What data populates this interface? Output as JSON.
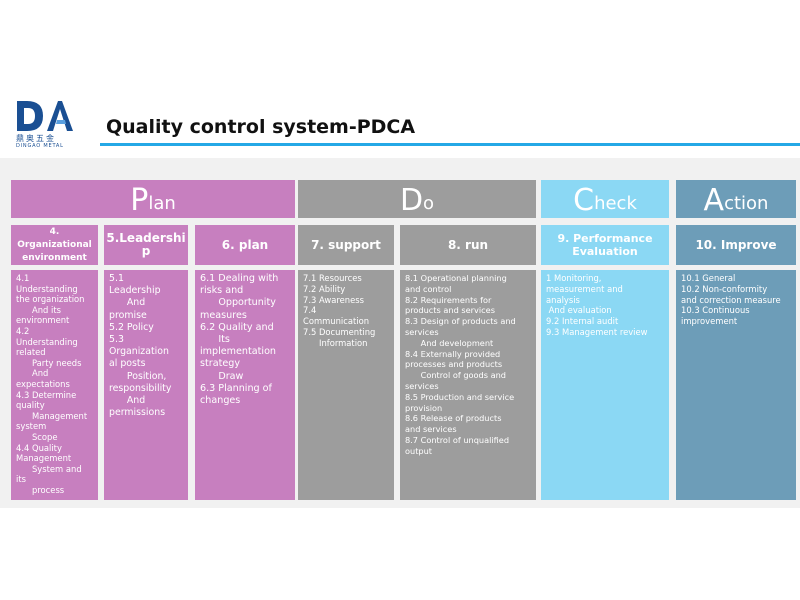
{
  "brand": {
    "logo_text": "DA",
    "name_cn": "鼎奥五金",
    "name_en": "DINGAO METAL"
  },
  "title": "Quality control system-PDCA",
  "colors": {
    "plan": "#c77fbf",
    "do": "#9d9d9d",
    "check": "#8bd8f4",
    "action": "#6d9db8",
    "accent": "#24a8e6"
  },
  "phases": {
    "plan": {
      "initial": "P",
      "rest": "lan"
    },
    "do": {
      "initial": "D",
      "rest": "o"
    },
    "check": {
      "initial": "C",
      "rest": "heck"
    },
    "action": {
      "initial": "A",
      "rest": "ction"
    }
  },
  "columns": [
    {
      "header": "4.\nOrganizational\nenvironment",
      "body": "4.1\nUnderstanding\nthe organization\n      And its\nenvironment\n4.2\nUnderstanding\nrelated\n      Party needs\n      And\nexpectations\n4.3 Determine\nquality\n      Management\nsystem\n      Scope\n4.4 Quality\nManagement\n      System and\nits\n      process"
    },
    {
      "header": "5.Leadershi\np",
      "body": "5.1\nLeadership\n      And\npromise\n5.2 Policy\n5.3\nOrganization\nal posts\n      Position,\nresponsibility\n      And\npermissions"
    },
    {
      "header": "6. plan",
      "body": "6.1 Dealing with\nrisks and\n      Opportunity\nmeasures\n6.2 Quality and\n      Its\nimplementation\nstrategy\n      Draw\n6.3 Planning of\nchanges"
    },
    {
      "header": "7. support",
      "body": "7.1 Resources\n7.2 Ability\n7.3 Awareness\n7.4\nCommunication\n7.5 Documenting\n      Information"
    },
    {
      "header": "8. run",
      "body": "8.1 Operational planning\nand control\n8.2 Requirements for\nproducts and services\n8.3 Design of products and\nservices\n      And development\n8.4 Externally provided\nprocesses and products\n      Control of goods and\nservices\n8.5 Production and service\nprovision\n8.6 Release of products\nand services\n8.7 Control of unqualified\noutput"
    },
    {
      "header": "9. Performance\nEvaluation",
      "body": "1 Monitoring,\nmeasurement and\nanalysis\n And evaluation\n9.2 Internal audit\n9.3 Management review"
    },
    {
      "header": "10. Improve",
      "body": "10.1 General\n10.2 Non-conformity\nand correction measure\n10.3 Continuous\nimprovement"
    }
  ]
}
